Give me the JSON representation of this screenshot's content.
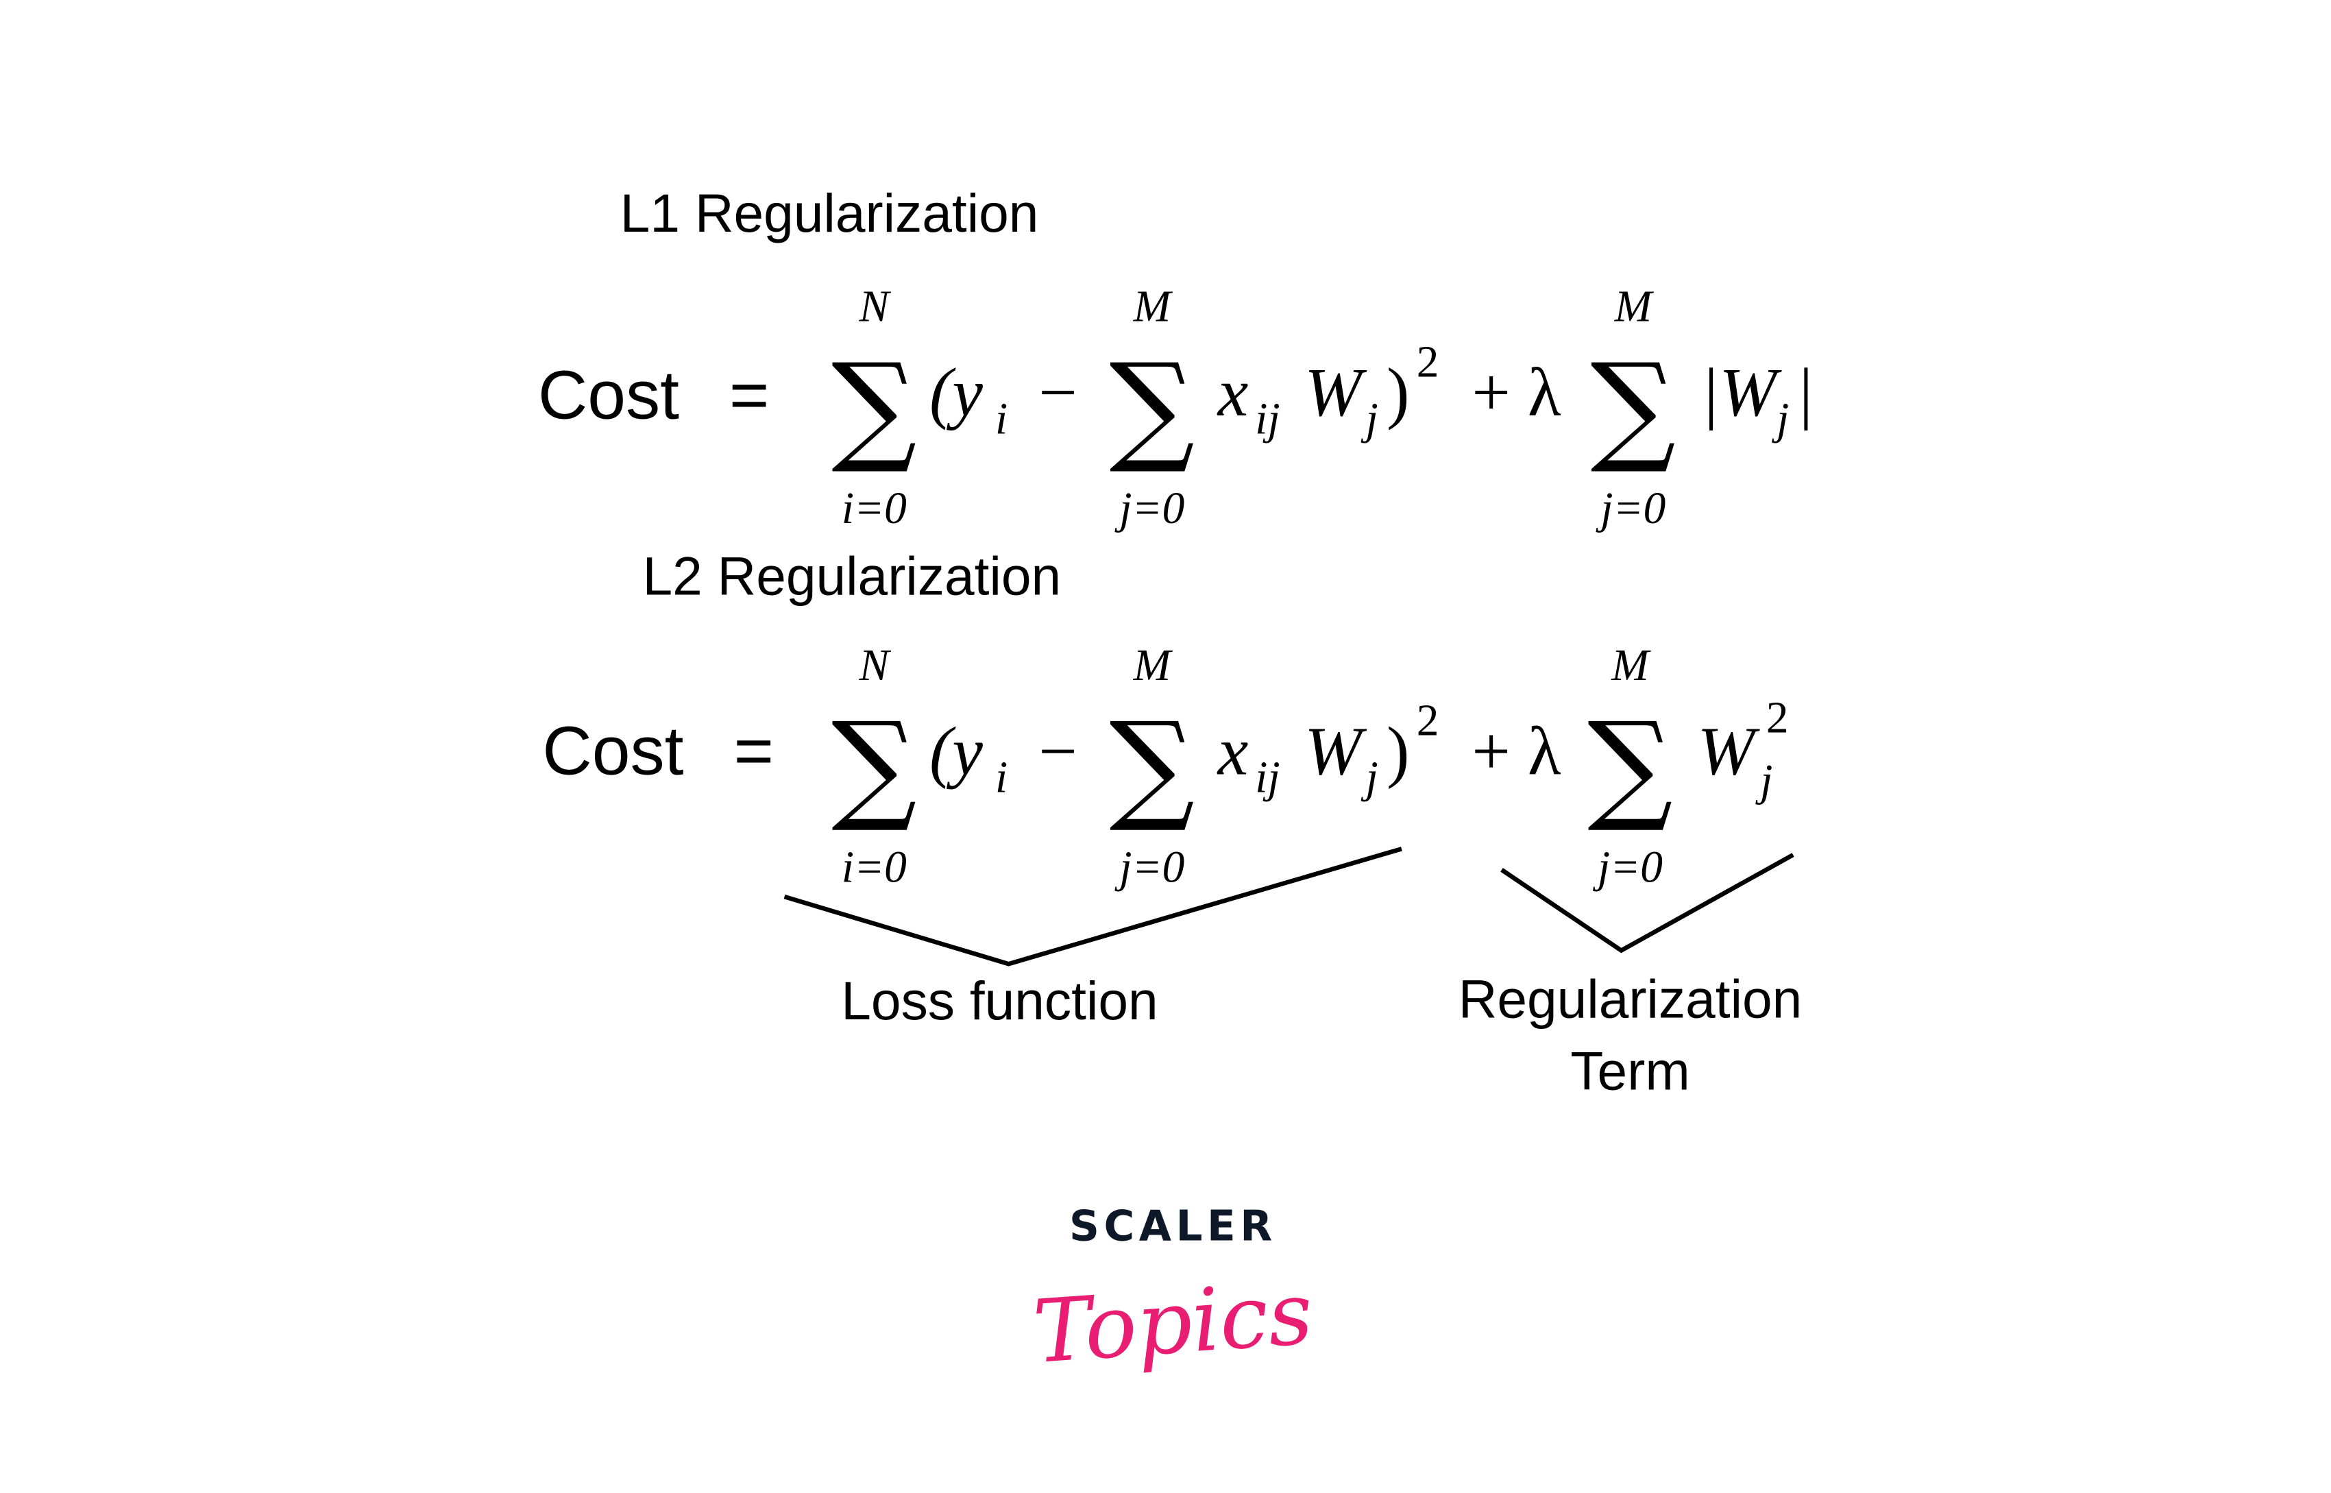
{
  "l1": {
    "title": "L1 Regularization",
    "cost": "Cost",
    "eq": "=",
    "sum1": {
      "sym": "∑",
      "upper": "N",
      "lower": "i=0"
    },
    "open": "(y",
    "sub_i": "i",
    "minus": "−",
    "sum2": {
      "sym": "∑",
      "upper": "M",
      "lower": "j=0"
    },
    "x": "x",
    "sub_ij": "ij",
    "w": "W",
    "sub_j": "j",
    "close": ")",
    "sq": "2",
    "plus_lambda": "+ λ",
    "sum3": {
      "sym": "∑",
      "upper": "M",
      "lower": "j=0"
    },
    "abs_open": "|W",
    "abs_sub": "j",
    "abs_close": "|"
  },
  "l2": {
    "title": "L2 Regularization",
    "cost": "Cost",
    "eq": "=",
    "sum1": {
      "sym": "∑",
      "upper": "N",
      "lower": "i=0"
    },
    "open": "(y",
    "sub_i": "i",
    "minus": "−",
    "sum2": {
      "sym": "∑",
      "upper": "M",
      "lower": "j=0"
    },
    "x": "x",
    "sub_ij": "ij",
    "w": "W",
    "sub_j": "j",
    "close": ")",
    "sq": "2",
    "plus_lambda": "+ λ",
    "sum3": {
      "sym": "∑",
      "upper": "M",
      "lower": "j=0"
    },
    "reg_w": "W",
    "reg_sub": "j",
    "reg_sq": "2"
  },
  "annotations": {
    "loss": "Loss function",
    "reg_line1": "Regularization",
    "reg_line2": "Term"
  },
  "logo": {
    "line1": "SCALER",
    "line2": "Topics",
    "dark": "#0d1829",
    "pink": "#e91e73"
  }
}
